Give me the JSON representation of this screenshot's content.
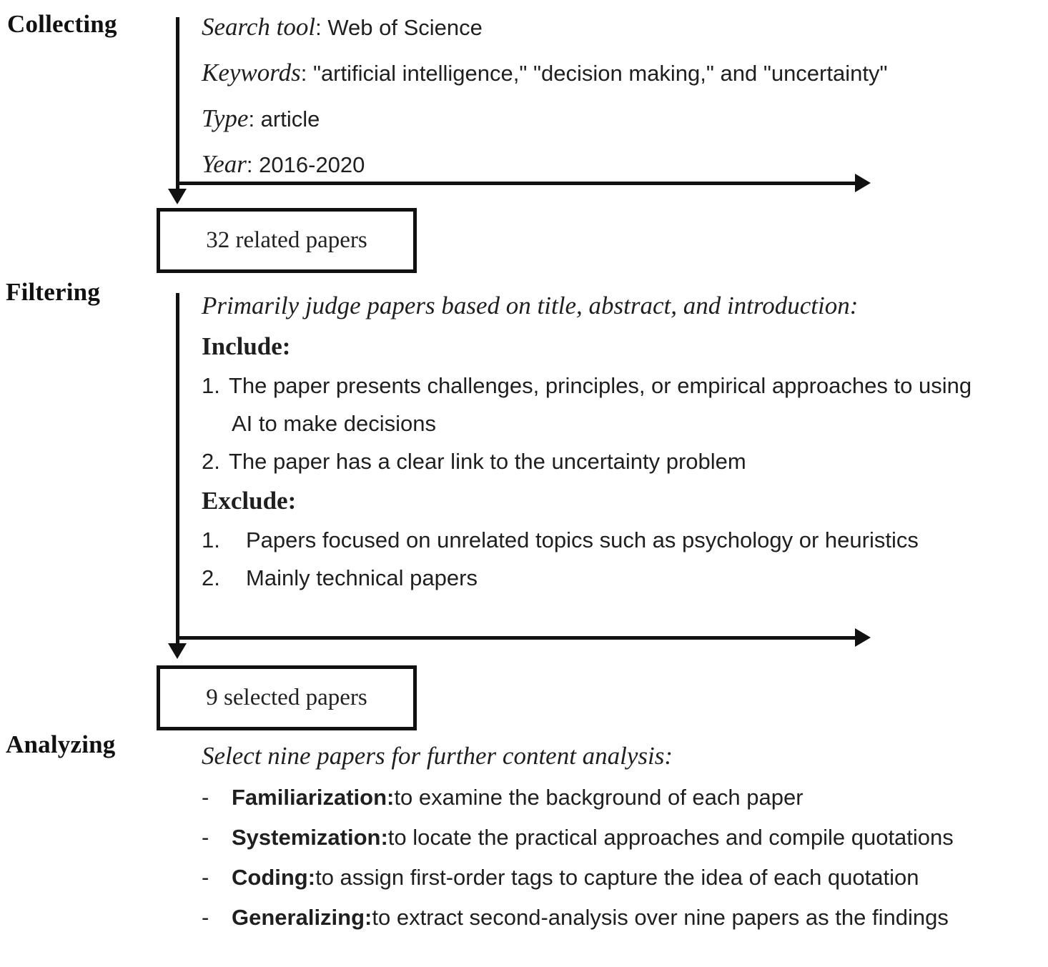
{
  "diagram": {
    "title": "Literature review methodology flowchart",
    "stages": [
      {
        "name": "collecting",
        "label": "Collecting"
      },
      {
        "name": "filtering",
        "label": "Filtering"
      },
      {
        "name": "analyzing",
        "label": "Analyzing"
      }
    ],
    "line_color": "#111111",
    "text_color": "#1f1f1f"
  },
  "collecting": {
    "label": "Collecting",
    "criteria": [
      {
        "key": "Search tool",
        "sep": ": ",
        "value": "Web of Science"
      },
      {
        "key": "Keywords",
        "sep": ": ",
        "value": "\"artificial intelligence,\"  \"decision making,\" and \"uncertainty\""
      },
      {
        "key": "Type",
        "sep": ":  ",
        "value": "article"
      },
      {
        "key": "Year",
        "sep": ": ",
        "value": "2016-2020"
      }
    ],
    "result_box": "32 related papers"
  },
  "filtering": {
    "label": "Filtering",
    "intro": "Primarily judge papers based on title, abstract, and introduction:",
    "include_heading": "Include:",
    "include_items": [
      {
        "number": "1.",
        "text": "The paper presents challenges, principles, or empirical  approaches to using",
        "continuation": "AI to make decisions"
      },
      {
        "number": "2.",
        "text": "The paper has a clear link to the uncertainty problem",
        "continuation": ""
      }
    ],
    "exclude_heading": "Exclude:",
    "exclude_items": [
      {
        "number": "1.",
        "text": "Papers focused on unrelated topics such as psychology or heuristics"
      },
      {
        "number": "2.",
        "text": "Mainly technical papers"
      }
    ],
    "result_box": "9 selected papers"
  },
  "analyzing": {
    "label": "Analyzing",
    "intro": "Select nine papers for further content analysis:",
    "bullet_marker": "-",
    "steps": [
      {
        "term": "Familiarization:",
        "desc": " to examine the background of each paper"
      },
      {
        "term": "Systemization:",
        "desc": " to locate the practical approaches and compile quotations"
      },
      {
        "term": "Coding:",
        "desc": " to assign first-order tags to capture the idea of each quotation"
      },
      {
        "term": "Generalizing:",
        "desc": " to extract second-analysis over nine papers as the findings"
      }
    ]
  }
}
